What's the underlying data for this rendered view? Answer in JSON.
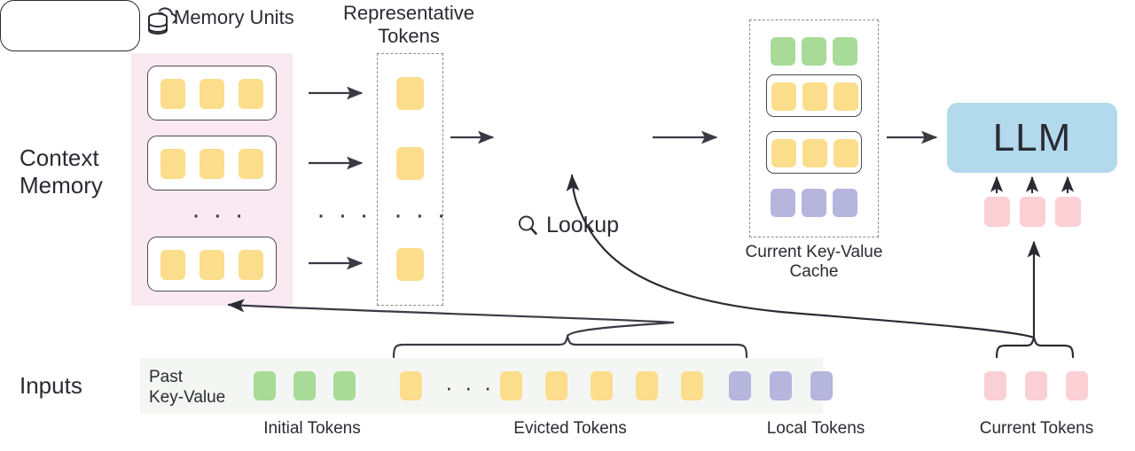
{
  "figure": {
    "title_alt": "Context Memory with Memory Units, Representative Tokens, Lookup and LLM KV cache",
    "row_labels": {
      "context_memory": "Context\nMemory",
      "inputs": "Inputs"
    },
    "headers": {
      "memory_units": "Memory Units",
      "representative_tokens": "Representative\nTokens"
    },
    "captions": {
      "current_kv_cache": "Current Key-Value\nCache",
      "initial_tokens": "Initial Tokens",
      "evicted_tokens": "Evicted Tokens",
      "local_tokens": "Local Tokens",
      "current_tokens": "Current Tokens"
    },
    "nodes": {
      "lookup": "Lookup",
      "llm": "LLM"
    },
    "inline_labels": {
      "past_key_value": "Past\nKey-Value"
    },
    "ellipsis": "· · ·",
    "icons": {
      "memory_units": "cloud-database-icon",
      "lookup": "search-icon"
    },
    "colors": {
      "token_yellow": "#fbdd8b",
      "token_green": "#a8db98",
      "token_purple": "#b5b5de",
      "token_pink": "#fad0d4",
      "llm_blue": "#b3d9ec",
      "memory_region_pink": "#fae9f1",
      "inputs_band_gray": "#f4f6f4",
      "stroke_dark": "#2b2b33",
      "stroke_dashed": "#8a8a92"
    },
    "structure": {
      "memory_units_rows": 3,
      "tokens_per_memory_unit": 3,
      "representative_tokens": 3,
      "kv_cache_rows": [
        {
          "name": "initial",
          "color": "token_green",
          "count": 3,
          "boxed": false
        },
        {
          "name": "representative",
          "color": "token_yellow",
          "count": 3,
          "boxed": true
        },
        {
          "name": "retrieved",
          "color": "token_yellow",
          "count": 3,
          "boxed": true
        },
        {
          "name": "local",
          "color": "token_purple",
          "count": 3,
          "boxed": false
        }
      ],
      "input_sequence": [
        {
          "group": "initial",
          "color": "token_green",
          "count": 3
        },
        {
          "group": "evicted_head",
          "color": "token_yellow",
          "count": 1
        },
        {
          "group": "gap",
          "color": "ellipsis",
          "count": 1
        },
        {
          "group": "evicted_tail",
          "color": "token_yellow",
          "count": 5
        },
        {
          "group": "local",
          "color": "token_purple",
          "count": 3
        }
      ],
      "current_tokens": {
        "color": "token_pink",
        "count": 3
      },
      "llm_input_tokens": {
        "color": "token_pink",
        "count": 3
      }
    }
  }
}
